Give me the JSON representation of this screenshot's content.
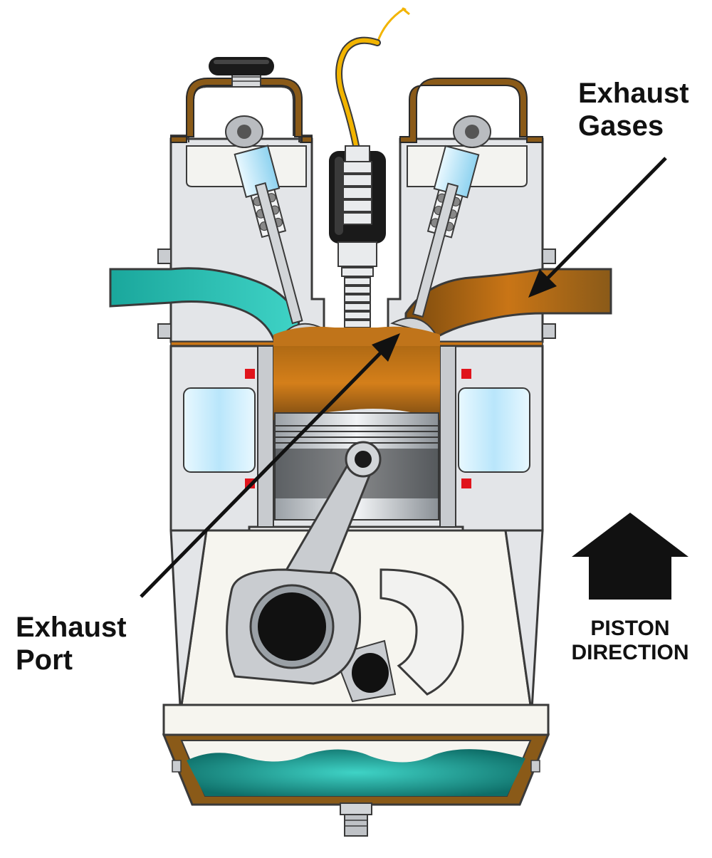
{
  "labels": {
    "exhaust_gases": [
      "Exhaust",
      "Gases"
    ],
    "exhaust_port": [
      "Exhaust",
      "Port"
    ],
    "piston_direction": [
      "PISTON",
      "DIRECTION"
    ]
  },
  "colors": {
    "outline": "#3a3a3a",
    "block_gray": "#e3e5e8",
    "head_brown": "#8a5a18",
    "exhaust_gas": "#b5701a",
    "intake_charge": "#25b3a8",
    "spark_wire": "#f2b400",
    "plug_boot": "#1a1a1a",
    "water_jacket": "#cfeffc",
    "gasket_red": "#e0141c",
    "oil_teal": "#1e9c94",
    "crankcase_fill": "#f6f5ef",
    "arrow_black": "#111111"
  }
}
